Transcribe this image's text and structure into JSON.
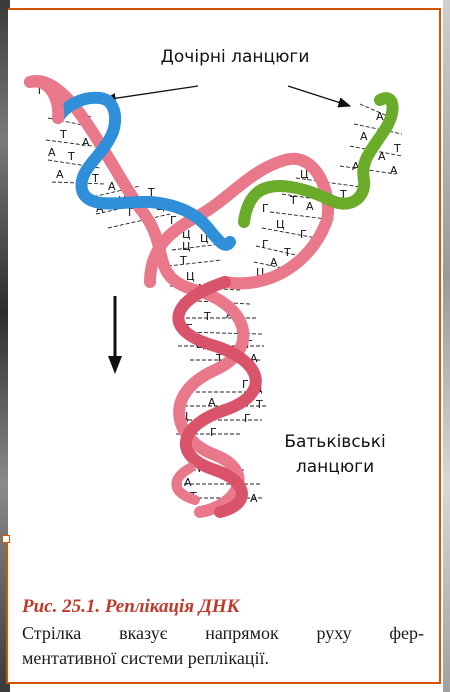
{
  "labels": {
    "daughter_strands": "Дочірні ланцюги",
    "parent_strands_line1": "Батьківські",
    "parent_strands_line2": "ланцюги"
  },
  "bases": [
    "А",
    "Т",
    "Г",
    "Ц"
  ],
  "caption": {
    "title": "Рис. 25.1. Реплікація ДНК",
    "body_line1": "Стрілка вказує напрямок руху фер-",
    "body_line2": "ментативної системи реплікації."
  },
  "colors": {
    "parent_strand": "#e8788a",
    "parent_strand_dark": "#d9546b",
    "daughter_left": "#2f8fd8",
    "daughter_right": "#6aab2a",
    "frame": "#d35400",
    "caption_title": "#c0392b"
  },
  "icons": [
    "direction-arrow-icon"
  ]
}
